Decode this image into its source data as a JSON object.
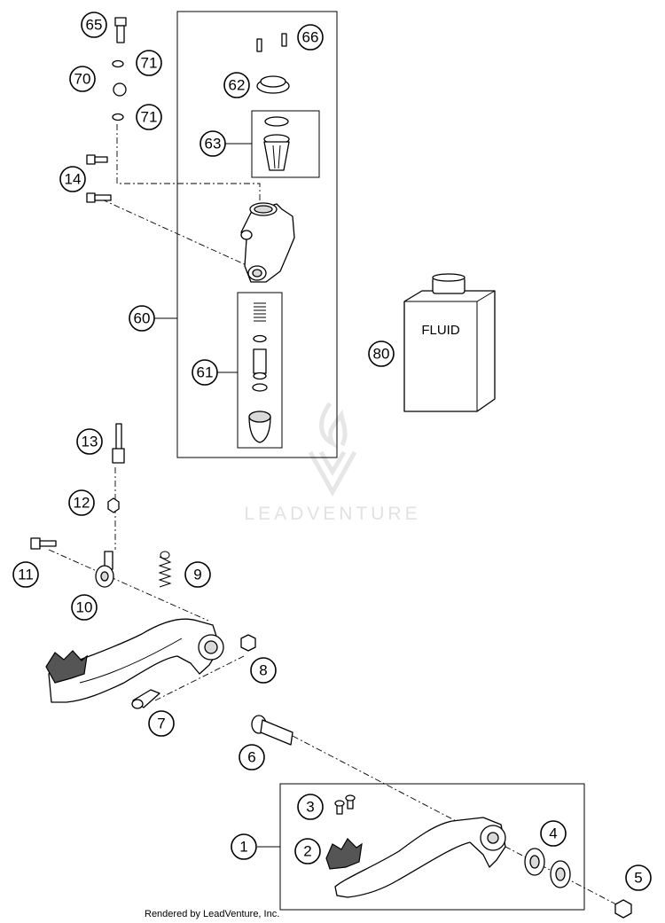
{
  "diagram": {
    "callouts": {
      "c1": "1",
      "c2": "2",
      "c3": "3",
      "c4": "4",
      "c5": "5",
      "c6": "6",
      "c7": "7",
      "c8": "8",
      "c9": "9",
      "c10": "10",
      "c11": "11",
      "c12": "12",
      "c13": "13",
      "c14": "14",
      "c60": "60",
      "c61": "61",
      "c62": "62",
      "c63": "63",
      "c65": "65",
      "c66": "66",
      "c70": "70",
      "c71a": "71",
      "c71b": "71",
      "c80": "80"
    },
    "fluid_label": "FLUID",
    "watermark": "LEADVENTURE",
    "footer": "Rendered by LeadVenture, Inc."
  }
}
